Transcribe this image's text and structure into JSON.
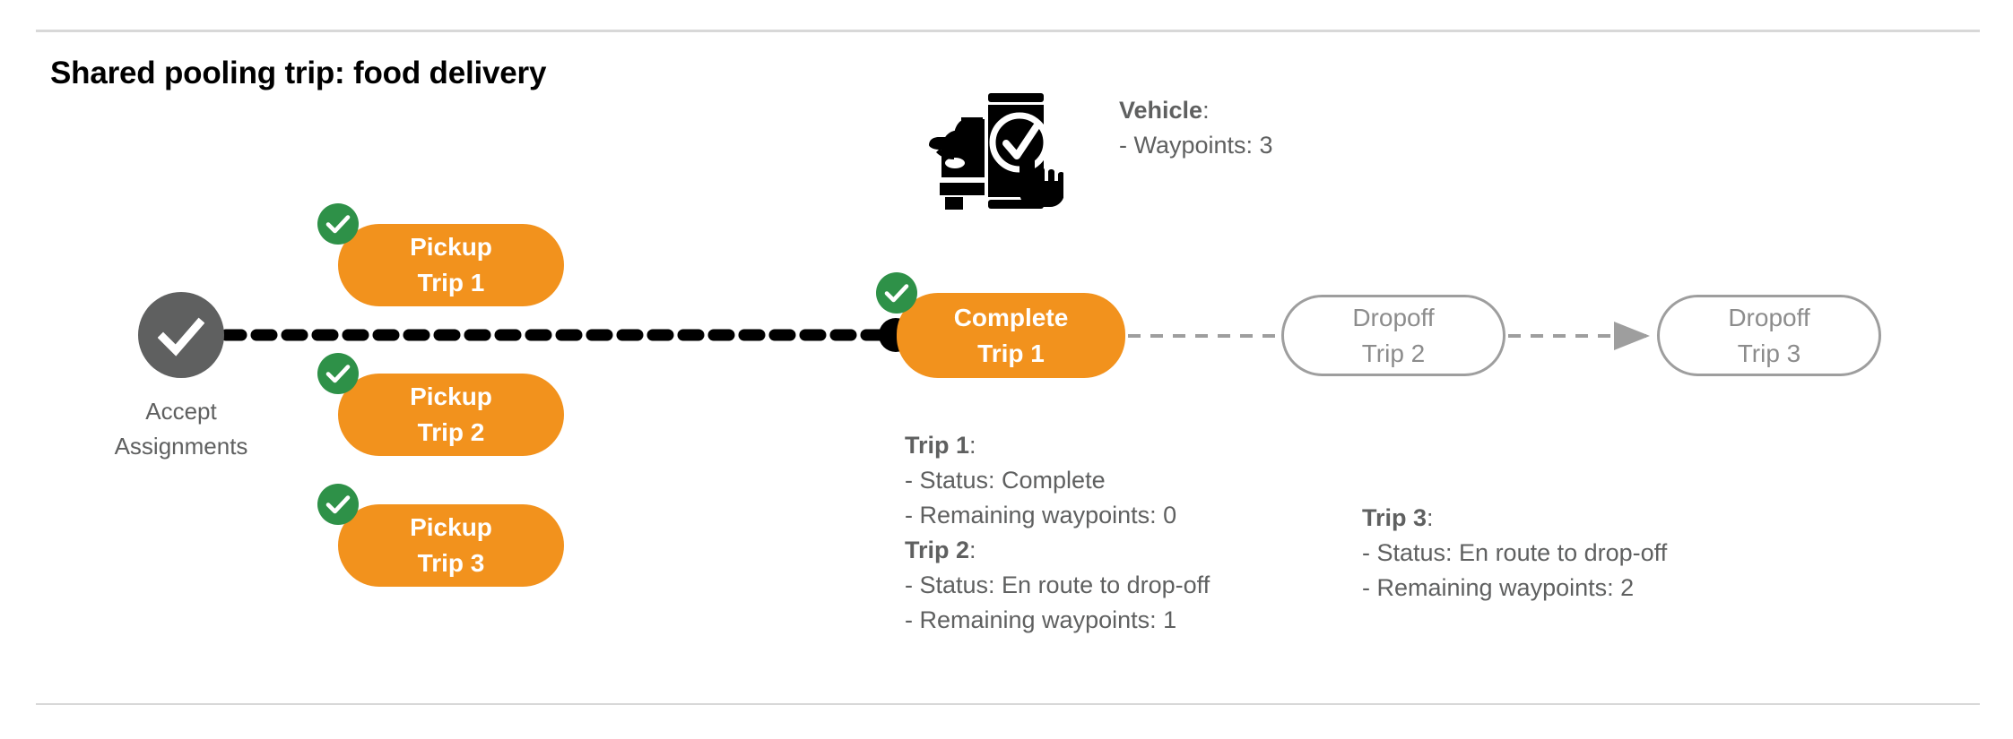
{
  "page": {
    "title": "Shared pooling trip: food delivery",
    "background": "#ffffff",
    "rules": {
      "color": "#d8d8d8"
    }
  },
  "colors": {
    "orange": "#F2921D",
    "green": "#2E9148",
    "gray_node": "#5f6060",
    "outline_gray": "#9e9e9e",
    "text_gray": "#5f6060",
    "black": "#000000",
    "white": "#ffffff"
  },
  "flow": {
    "start_node": {
      "name": "accept-assignments",
      "icon": "check-circle-icon",
      "label_line1": "Accept",
      "label_line2": "Assignments",
      "state": "done",
      "fill": "#5f6060"
    },
    "pickup_nodes": [
      {
        "id": "pickup-trip-1",
        "line1": "Pickup",
        "line2": "Trip 1",
        "state": "done",
        "badge": "check-badge-icon",
        "style": "filled"
      },
      {
        "id": "pickup-trip-2",
        "line1": "Pickup",
        "line2": "Trip 2",
        "state": "done",
        "badge": "check-badge-icon",
        "style": "filled"
      },
      {
        "id": "pickup-trip-3",
        "line1": "Pickup",
        "line2": "Trip 3",
        "state": "done",
        "badge": "check-badge-icon",
        "style": "filled"
      }
    ],
    "current_node": {
      "id": "complete-trip-1",
      "line1": "Complete",
      "line2": "Trip 1",
      "state": "done",
      "badge": "check-badge-icon",
      "style": "filled"
    },
    "pending_nodes": [
      {
        "id": "dropoff-trip-2",
        "line1": "Dropoff",
        "line2": "Trip 2",
        "state": "pending",
        "style": "outline"
      },
      {
        "id": "dropoff-trip-3",
        "line1": "Dropoff",
        "line2": "Trip 3",
        "state": "pending",
        "style": "outline"
      }
    ],
    "connectors": [
      {
        "from": "accept-assignments",
        "to": "complete-trip-1",
        "style": "heavy-dashed",
        "color": "#000000",
        "endpoint": "dot"
      },
      {
        "from": "complete-trip-1",
        "to": "dropoff-trip-2",
        "style": "light-dashed",
        "color": "#9e9e9e",
        "endpoint": "none"
      },
      {
        "from": "dropoff-trip-2",
        "to": "dropoff-trip-3",
        "style": "light-dashed",
        "color": "#9e9e9e",
        "endpoint": "arrow"
      }
    ]
  },
  "vehicle": {
    "icon": "car-phone-check-icon",
    "heading": "Vehicle",
    "heading_suffix": ":",
    "stats": [
      {
        "label": "- Waypoints:",
        "value": "3",
        "text": "- Waypoints: 3"
      }
    ]
  },
  "trip_details": [
    {
      "heading": "Trip 1",
      "heading_suffix": ":",
      "status_line": "- Status:  Complete",
      "waypoints_line": "- Remaining waypoints: 0",
      "status": "Complete",
      "remaining_waypoints": "0"
    },
    {
      "heading": "Trip 2",
      "heading_suffix": ":",
      "status_line": "- Status:  En route to drop-off",
      "waypoints_line": "- Remaining waypoints: 1",
      "status": "En route to drop-off",
      "remaining_waypoints": "1"
    },
    {
      "heading": "Trip 3",
      "heading_suffix": ":",
      "status_line": "- Status:  En route to drop-off",
      "waypoints_line": "- Remaining waypoints: 2",
      "status": "En route to drop-off",
      "remaining_waypoints": "2"
    }
  ]
}
